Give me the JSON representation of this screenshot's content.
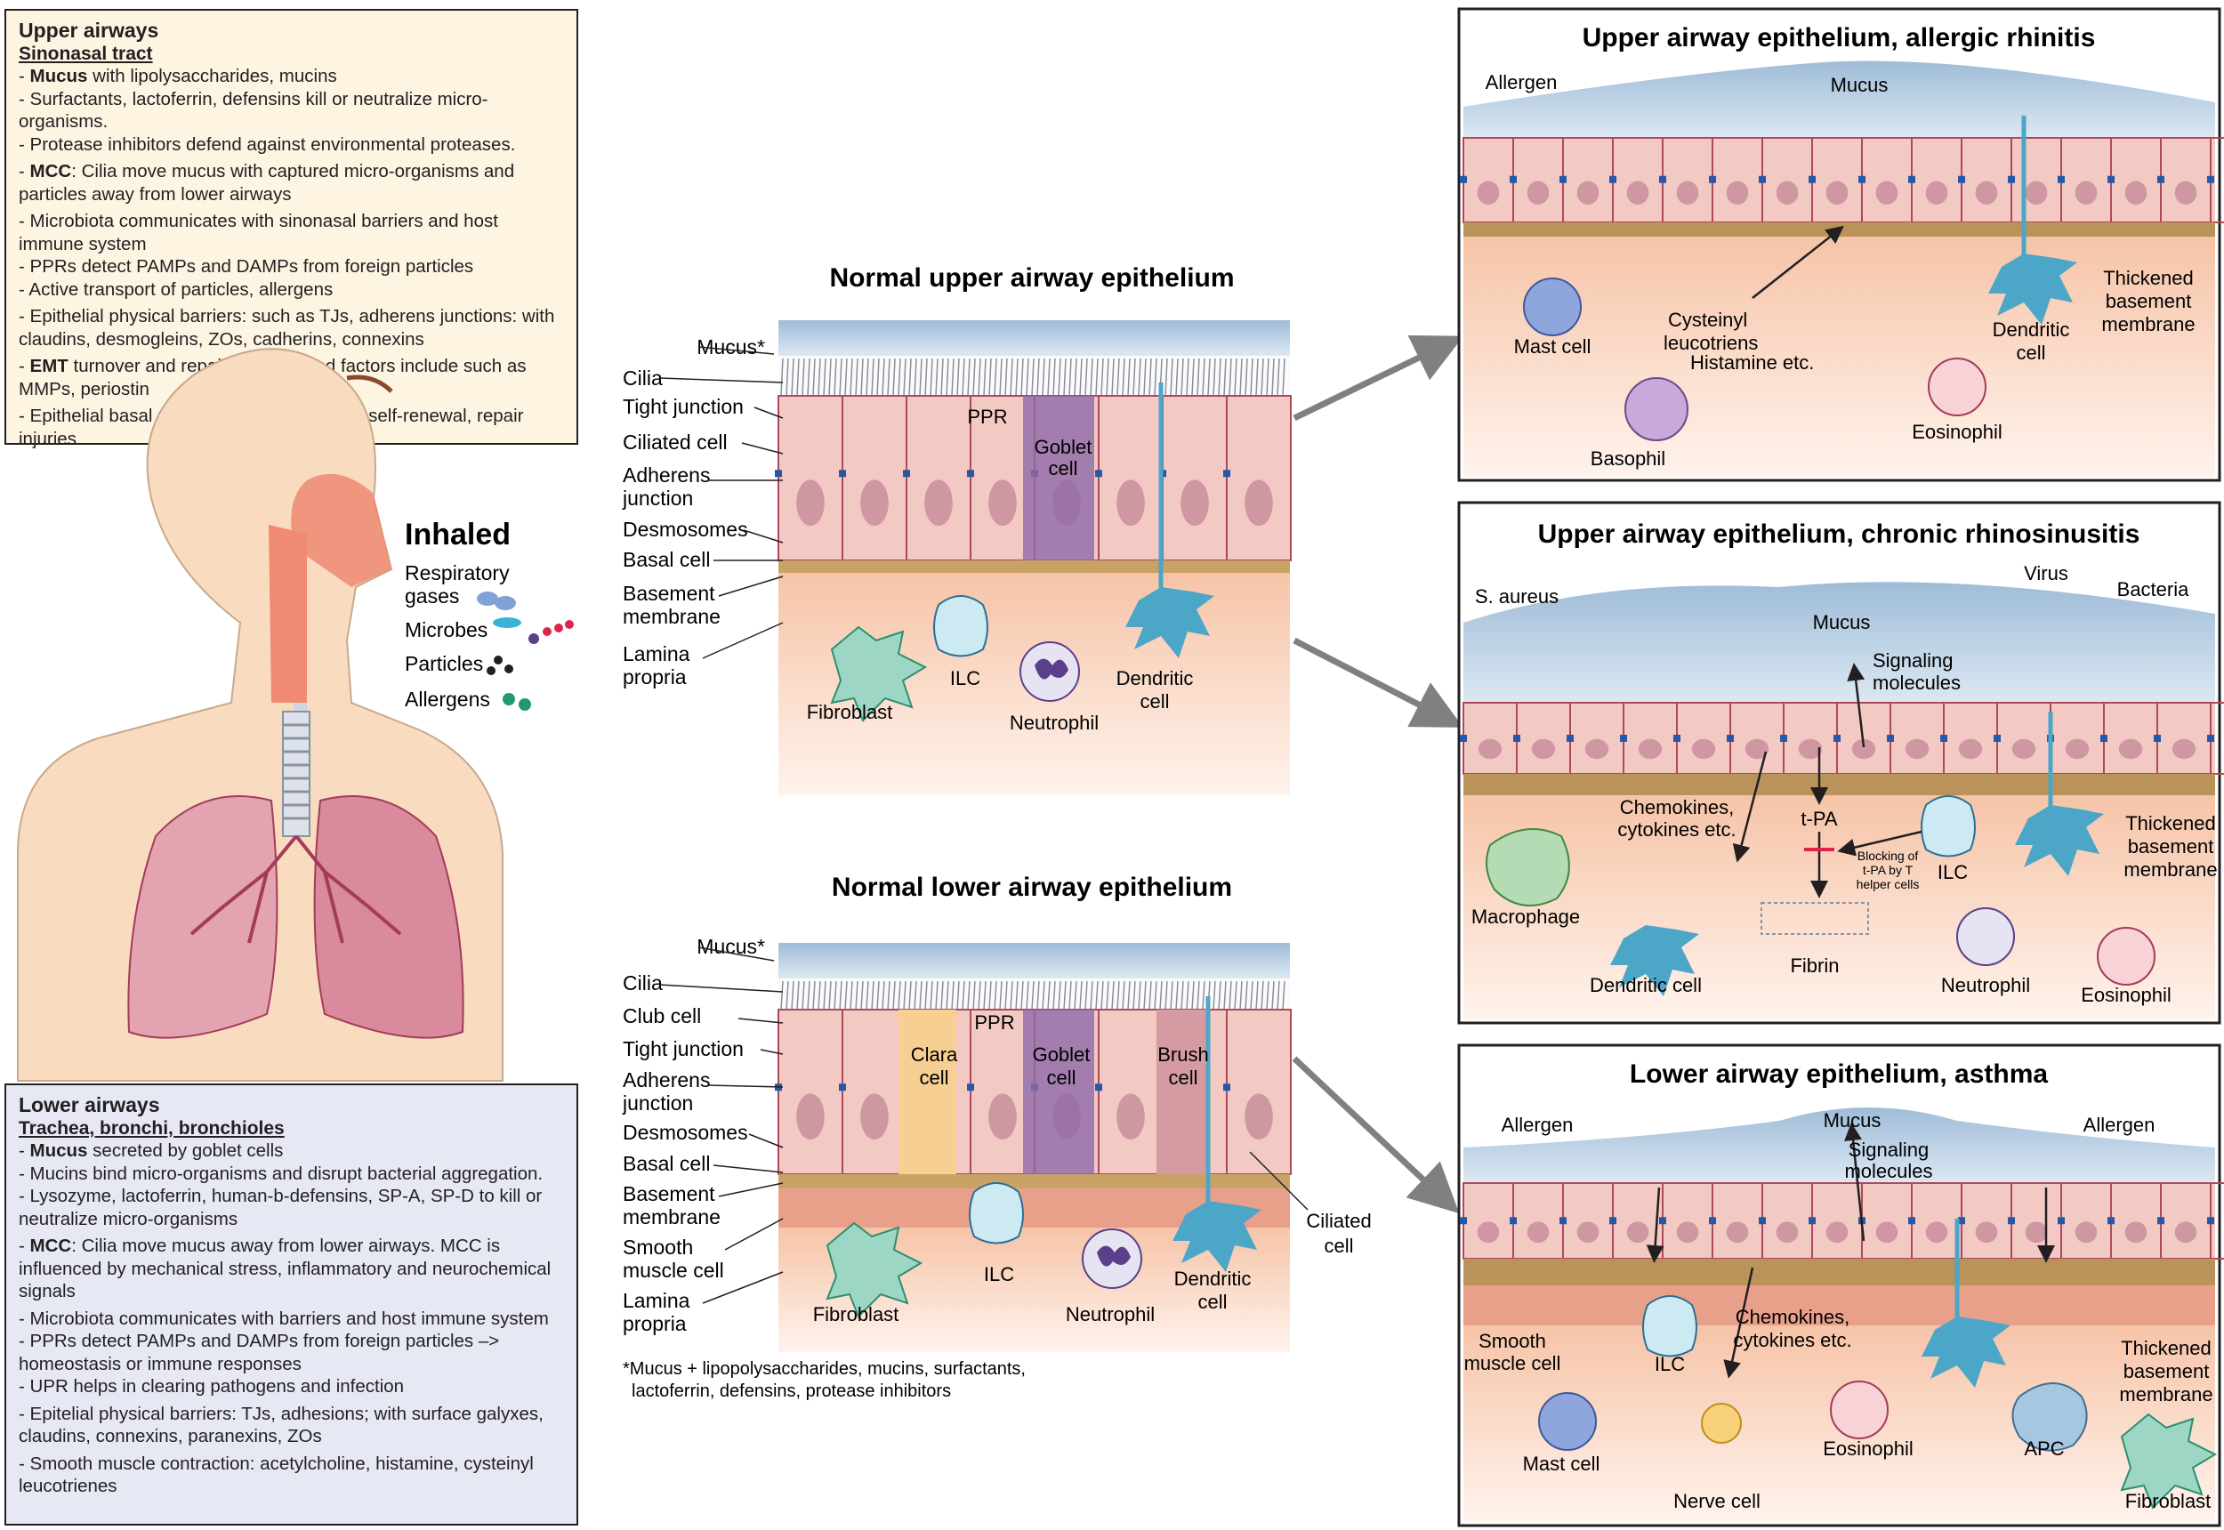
{
  "upper_airways": {
    "title": "Upper airways",
    "subtitle": "Sinonasal tract",
    "items": [
      {
        "bold": "Mucus",
        "text": " with lipolysaccharides, mucins"
      },
      {
        "bold": "",
        "text": "Surfactants, lactoferrin, defensins kill or neutralize micro-organisms."
      },
      {
        "bold": "",
        "text": "Protease inhibitors defend against environmental proteases."
      },
      {
        "bold": "MCC",
        "text": ": Cilia move mucus with captured micro-organisms and particles away from lower airways"
      },
      {
        "bold": "",
        "text": "Microbiota communicates with sinonasal barriers and host immune system"
      },
      {
        "bold": "",
        "text": "PPRs detect PAMPs and DAMPs from foreign particles"
      },
      {
        "bold": "",
        "text": "Active transport of particles, allergens"
      },
      {
        "bold": "",
        "text": "Epithelial physical barriers: such as TJs, adherens junctions: with claudins, desmogleins, ZOs, cadherins, connexins"
      },
      {
        "bold": "EMT",
        "text": " turnover and repair. EMT related factors include such as MMPs, periostin"
      },
      {
        "bold": "",
        "text": "Epithelial basal progenitor cells: epithelial self-renewal, repair injuries"
      }
    ]
  },
  "lower_airways": {
    "title": "Lower airways",
    "subtitle": "Trachea, bronchi, bronchioles",
    "items": [
      {
        "bold": "Mucus",
        "text": " secreted by goblet cells"
      },
      {
        "bold": "",
        "text": "Mucins bind micro-organisms and disrupt bacterial aggregation."
      },
      {
        "bold": "",
        "text": "Lysozyme, lactoferrin, human-b-defensins, SP-A, SP-D to kill or neutralize micro-organisms"
      },
      {
        "bold": "MCC",
        "text": ": Cilia move mucus away from lower airways. MCC is influenced by mechanical stress, inflammatory and neurochemical signals"
      },
      {
        "bold": "",
        "text": "Microbiota communicates with barriers and host immune system"
      },
      {
        "bold": "",
        "text": "PPRs detect PAMPs and DAMPs from foreign particles –> homeostasis or immune responses"
      },
      {
        "bold": "",
        "text": "UPR helps in clearing pathogens and infection"
      },
      {
        "bold": "",
        "text": "Epitelial physical barriers: TJs, adhesions; with surface galyxes, claudins, connexins, paranexins, ZOs"
      },
      {
        "bold": "",
        "text": "Smooth muscle contraction: acetylcholine, histamine, cysteinyl leucotrienes"
      }
    ]
  },
  "inhaled": {
    "title": "Inhaled",
    "items": [
      "Respiratory",
      "gases",
      "Microbes",
      "Particles",
      "Allergens"
    ]
  },
  "normal_upper": {
    "title": "Normal upper airway epithelium",
    "labels": [
      "Mucus*",
      "Cilia",
      "Tight junction",
      "Ciliated cell",
      "Adherens",
      "junction",
      "Desmosomes",
      "Basal cell",
      "Basement",
      "membrane",
      "Lamina",
      "propria"
    ],
    "inner": [
      "PPR",
      "Goblet",
      "cell",
      "Fibroblast",
      "ILC",
      "Neutrophil",
      "Dendritic",
      "cell"
    ]
  },
  "normal_lower": {
    "title": "Normal lower airway epithelium",
    "labels": [
      "Mucus*",
      "Cilia",
      "Club cell",
      "Tight junction",
      "Adherens",
      "junction",
      "Desmosomes",
      "Basal cell",
      "Basement",
      "membrane",
      "Smooth",
      "muscle cell",
      "Lamina",
      "propria"
    ],
    "inner": [
      "PPR",
      "Clara",
      "cell",
      "Goblet",
      "cell",
      "Brush",
      "cell",
      "Fibroblast",
      "ILC",
      "Neutrophil",
      "Dendritic",
      "cell",
      "Ciliated",
      "cell"
    ],
    "footnote": [
      "*Mucus + lipopolysaccharides, mucins, surfactants,",
      "lactoferrin, defensins, protease inhibitors"
    ]
  },
  "panel_rhinitis": {
    "title": "Upper airway epithelium, allergic rhinitis",
    "labels": [
      "Allergen",
      "Mucus",
      "Mast cell",
      "Cysteinyl",
      "leucotriens",
      "Histamine etc.",
      "Basophil",
      "Dendritic",
      "cell",
      "Eosinophil",
      "Thickened",
      "basement",
      "membrane"
    ]
  },
  "panel_crs": {
    "title": "Upper airway epithelium, chronic rhinosinusitis",
    "labels": [
      "S. aureus",
      "Virus",
      "Bacteria",
      "Mucus",
      "Signaling",
      "molecules",
      "Chemokines,",
      "cytokines etc.",
      "t-PA",
      "Blocking of",
      "t-PA by T",
      "helper cells",
      "ILC",
      "Thickened",
      "basement",
      "membrane",
      "Macrophage",
      "Dendritic cell",
      "Fibrin",
      "Neutrophil",
      "Eosinophil"
    ]
  },
  "panel_asthma": {
    "title": "Lower airway epithelium, asthma",
    "labels": [
      "Allergen",
      "Mucus",
      "Signaling",
      "molecules",
      "Allergen",
      "Chemokines,",
      "cytokines etc.",
      "Smooth",
      "muscle cell",
      "ILC",
      "Thickened",
      "basement",
      "membrane",
      "Mast cell",
      "Nerve cell",
      "Eosinophil",
      "APC",
      "Fibroblast"
    ]
  },
  "colors": {
    "upper_box_bg": "#fdf4e2",
    "lower_box_bg": "#e6e8f4",
    "mucus": "#b8cfe3",
    "epithelium": "#f3c9c3",
    "lamina": "#fbd9c2",
    "basement": "#b9935a",
    "goblet": "#8e6aa8",
    "dendritic": "#4ba6c8",
    "arrow": "#808080"
  }
}
